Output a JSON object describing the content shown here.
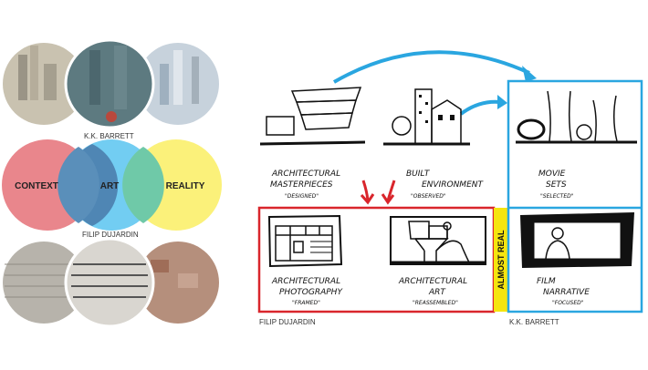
{
  "left": {
    "top_credit": "K.K. BARRETT",
    "venn": {
      "circles": [
        {
          "label": "CONTEXT",
          "color": "#e9868c"
        },
        {
          "label": "ART",
          "color": "#72cdf2"
        },
        {
          "label": "REALITY",
          "color": "#fbf17a"
        }
      ],
      "overlap_colors": [
        "#4f86b4",
        "#6fc9a8"
      ]
    },
    "bottom_credit": "FILIP DUJARDIN"
  },
  "right": {
    "top_labels": [
      {
        "title_line1": "ARCHITECTURAL",
        "title_line2": "MASTERPIECES",
        "subtitle": "\"DESIGNED\""
      },
      {
        "title_line1": "BUILT",
        "title_line2": "ENVIRONMENT",
        "subtitle": "\"OBSERVED\""
      },
      {
        "title_line1": "MOVIE",
        "title_line2": "SETS",
        "subtitle": "\"SELECTED\""
      }
    ],
    "bottom_labels": [
      {
        "title_line1": "ARCHITECTURAL",
        "title_line2": "PHOTOGRAPHY",
        "subtitle": "\"FRAMED\""
      },
      {
        "title_line1": "ARCHITECTURAL",
        "title_line2": "ART",
        "subtitle": "\"REASSEMBLED\""
      },
      {
        "title_line1": "FILM",
        "title_line2": "NARRATIVE",
        "subtitle": "\"FOCUSED\""
      }
    ],
    "almost_real": "ALMOST REAL",
    "credit_left": "FILIP DUJARDIN",
    "credit_right": "K.K. BARRETT",
    "colors": {
      "red": "#d9262c",
      "blue": "#2aa6e0",
      "yellow": "#f5e50f"
    }
  }
}
